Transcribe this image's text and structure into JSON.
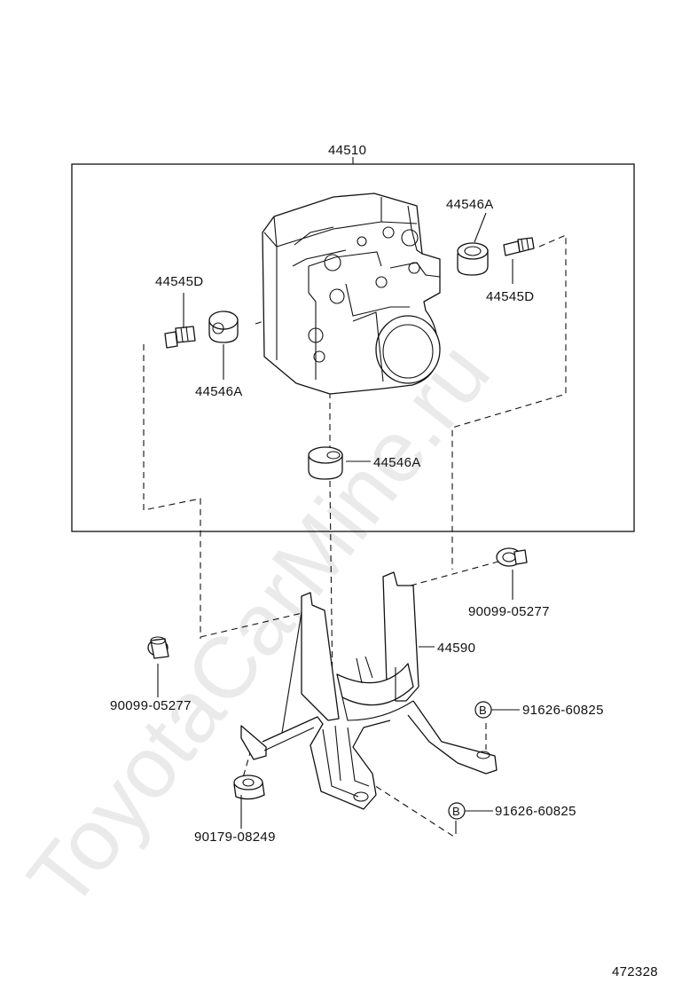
{
  "watermark": "ToyotaCarMine.ru",
  "diagram_number": "472328",
  "assembly": {
    "part_number": "44510"
  },
  "callouts": {
    "cushion_top_right": "44546A",
    "bolt_right": "44545D",
    "bolt_left": "44545D",
    "cushion_left": "44546A",
    "cushion_bottom": "44546A",
    "bracket": "44590",
    "bolt_bracket_right": "90099-05277",
    "bolt_bracket_left": "90099-05277",
    "nut": "90179-08249",
    "bolt_b_upper": "91626-60825",
    "bolt_b_lower": "91626-60825"
  },
  "bolt_marker": "B"
}
